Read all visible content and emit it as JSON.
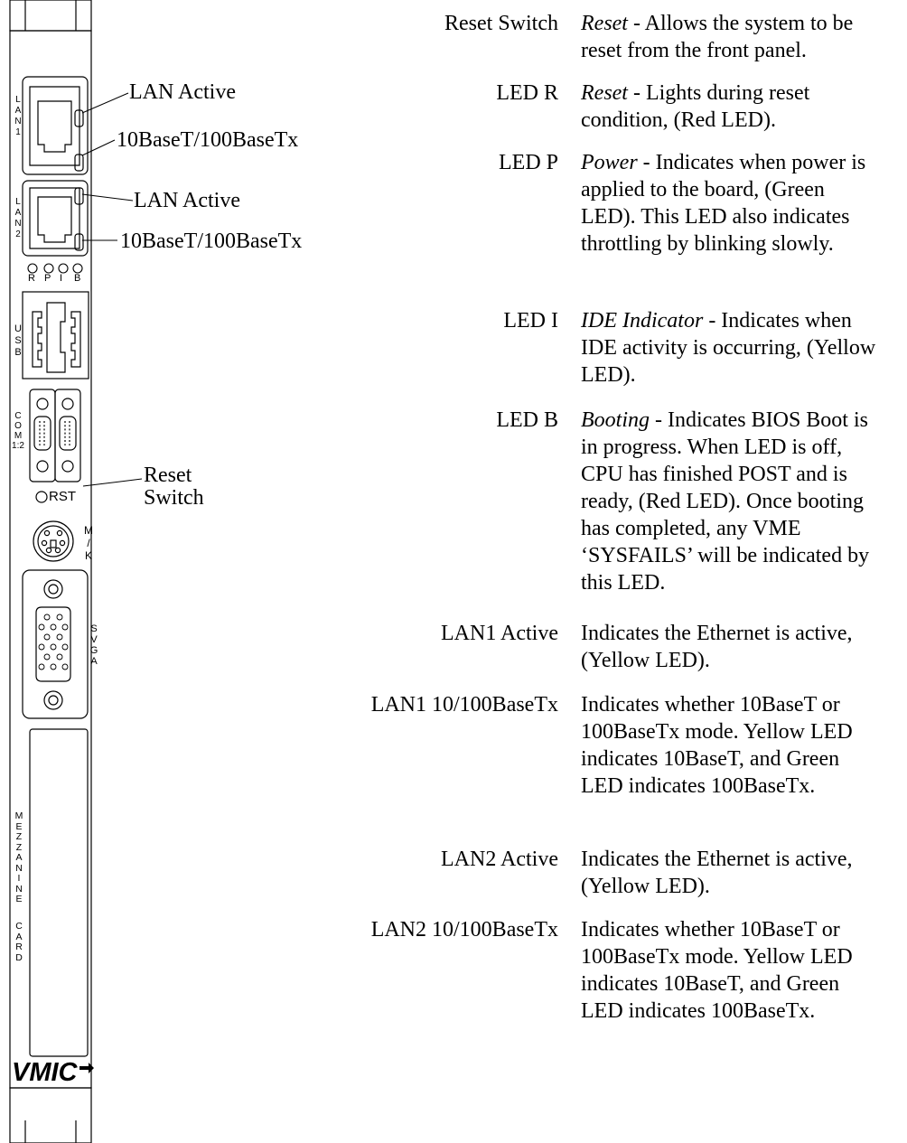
{
  "panel": {
    "lan1_label": [
      "L",
      "A",
      "N",
      "1"
    ],
    "lan2_label": [
      "L",
      "A",
      "N",
      "2"
    ],
    "led_letters": [
      "R",
      "P",
      "I",
      "B"
    ],
    "usb_label": [
      "U",
      "S",
      "B"
    ],
    "com_label": [
      "C",
      "O",
      "M",
      "1:2"
    ],
    "rst_label": "RST",
    "mk_label": [
      "M",
      "/",
      "K"
    ],
    "svga_label": [
      "S",
      "V",
      "G",
      "A"
    ],
    "mezz_label": [
      "M",
      "E",
      "Z",
      "Z",
      "A",
      "N",
      "I",
      "N",
      "E"
    ],
    "card_label": [
      "C",
      "A",
      "R",
      "D"
    ],
    "logo": "VMIC"
  },
  "callouts": {
    "lan1_active": "LAN Active",
    "lan1_speed": "10BaseT/100BaseTx",
    "lan2_active": "LAN Active",
    "lan2_speed": "10BaseT/100BaseTx",
    "reset_switch": [
      "Reset",
      "Switch"
    ]
  },
  "definitions": [
    {
      "term": "Reset Switch",
      "lead": "Reset",
      "text": " - Allows the system to be reset from the front panel."
    },
    {
      "term": "LED R",
      "lead": "Reset",
      "text": " - Lights during reset condition, (Red LED)."
    },
    {
      "term": "LED P",
      "lead": "Power",
      "text": " - Indicates when power is applied to the board, (Green LED). This LED also indicates throttling by blinking slowly."
    },
    {
      "term": "LED I",
      "lead": "IDE Indicator",
      "text": " - Indicates when IDE activity is occurring, (Yellow LED)."
    },
    {
      "term": "LED B",
      "lead": "Booting",
      "text": " - Indicates BIOS Boot is in progress. When LED is off, CPU has finished POST and is ready, (Red LED). Once booting has completed, any VME ‘SYSFAILS’ will be indicated by this LED."
    },
    {
      "term": "LAN1 Active",
      "lead": "",
      "text": "Indicates the Ethernet is active, (Yellow LED)."
    },
    {
      "term": "LAN1 10/100BaseTx",
      "lead": "",
      "text": "Indicates whether 10BaseT or 100BaseTx mode. Yellow LED indicates 10BaseT, and Green LED indicates 100BaseTx."
    },
    {
      "term": "LAN2 Active",
      "lead": "",
      "text": "Indicates the Ethernet is active, (Yellow LED)."
    },
    {
      "term": "LAN2 10/100BaseTx",
      "lead": "",
      "text": "Indicates whether 10BaseT or 100BaseTx mode. Yellow LED indicates 10BaseT, and Green LED indicates 100BaseTx."
    }
  ]
}
